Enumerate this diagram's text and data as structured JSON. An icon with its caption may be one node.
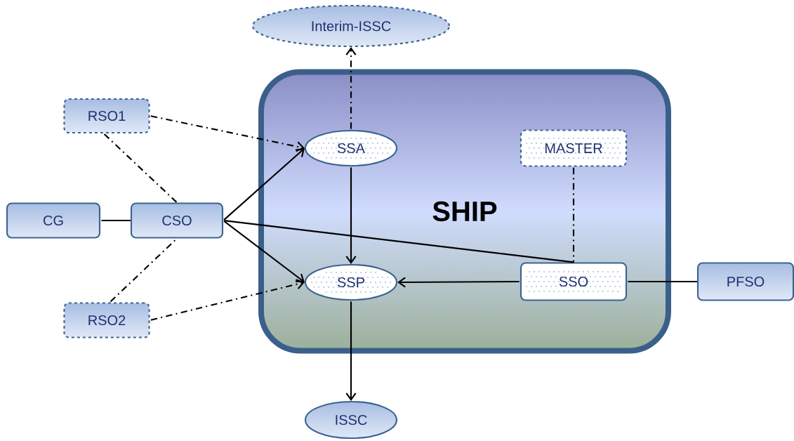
{
  "diagram": {
    "nodes": [
      {
        "text": [
          "Interim-ISSC"
        ]
      },
      {
        "text": [
          "SHIP"
        ]
      },
      {
        "text": [
          "RSO1"
        ]
      },
      {
        "text": [
          "SSA"
        ],
        "in": 1
      },
      {
        "text": [
          "MASTER"
        ],
        "in": 1
      },
      {
        "text": [
          "CG"
        ]
      },
      {
        "text": [
          "CSO"
        ]
      },
      {
        "text": [
          "SSP"
        ],
        "in": 1
      },
      {
        "text": [
          "SSO"
        ],
        "in": 1
      },
      {
        "text": [
          "PFSO"
        ]
      },
      {
        "text": [
          "RSO2"
        ]
      },
      {
        "text": [
          "ISSC"
        ]
      }
    ],
    "edges": [
      {
        "from": 3,
        "to": 0,
        "arrow": "to",
        "style": "dashed"
      },
      {
        "from": 2,
        "to": 3,
        "arrow": "to",
        "style": "dashed"
      },
      {
        "from": 2,
        "to": 6,
        "arrow": "none",
        "style": "dashed"
      },
      {
        "from": 5,
        "to": 6,
        "arrow": "none"
      },
      {
        "from": 6,
        "to": 3,
        "arrow": "to"
      },
      {
        "from": 6,
        "to": 8,
        "arrow": "none"
      },
      {
        "from": 6,
        "to": 7,
        "arrow": "to"
      },
      {
        "from": 10,
        "to": 6,
        "arrow": "none",
        "style": "dashed"
      },
      {
        "from": 10,
        "to": 7,
        "arrow": "to",
        "style": "dashed"
      },
      {
        "from": 3,
        "to": 7,
        "arrow": "to"
      },
      {
        "from": 4,
        "to": 8,
        "arrow": "none",
        "style": "dashed"
      },
      {
        "from": 8,
        "to": 7,
        "arrow": "to"
      },
      {
        "from": 8,
        "to": 9,
        "arrow": "none"
      },
      {
        "from": 7,
        "to": 11,
        "arrow": "to"
      }
    ]
  }
}
